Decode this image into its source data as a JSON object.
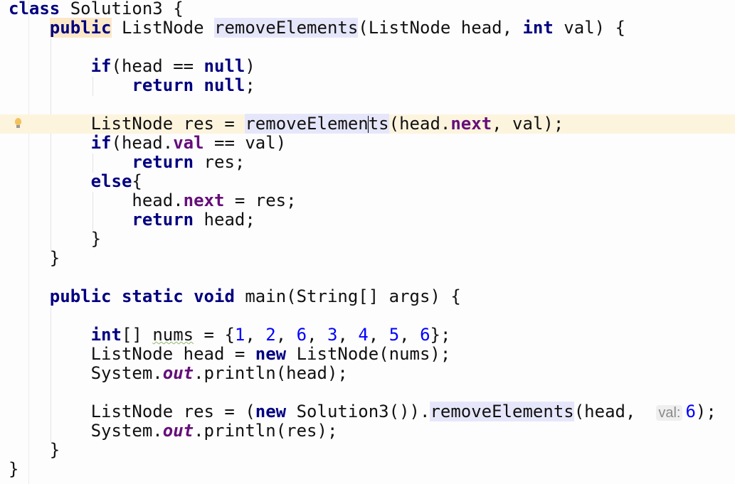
{
  "editor": {
    "current_line": 6,
    "lines": [
      {
        "tokens": [
          [
            "class",
            "kw"
          ],
          [
            " Solution3 {",
            ""
          ]
        ]
      },
      {
        "tokens": [
          [
            "    ",
            ""
          ],
          [
            "public",
            "hlk"
          ],
          [
            " ListNode ",
            ""
          ],
          [
            "removeElements",
            "hl"
          ],
          [
            "(ListNode head, ",
            ""
          ],
          [
            "int",
            "kw"
          ],
          [
            " val) {",
            ""
          ]
        ]
      },
      {
        "tokens": []
      },
      {
        "tokens": [
          [
            "        ",
            ""
          ],
          [
            "if",
            "kw"
          ],
          [
            "(head == ",
            ""
          ],
          [
            "null",
            "kw"
          ],
          [
            ")",
            ""
          ]
        ]
      },
      {
        "tokens": [
          [
            "            ",
            ""
          ],
          [
            "return",
            "kw"
          ],
          [
            " ",
            ""
          ],
          [
            "null",
            "kw"
          ],
          [
            ";",
            ""
          ]
        ]
      },
      {
        "tokens": []
      },
      {
        "tokens": [
          [
            "        ListNode res = ",
            ""
          ],
          [
            "removeElemen",
            "hl"
          ],
          [
            "",
            "caret"
          ],
          [
            "ts",
            "hl"
          ],
          [
            "(head.",
            ""
          ],
          [
            "next",
            "field"
          ],
          [
            ", val);",
            ""
          ]
        ]
      },
      {
        "tokens": [
          [
            "        ",
            ""
          ],
          [
            "if",
            "kw"
          ],
          [
            "(head.",
            ""
          ],
          [
            "val",
            "field"
          ],
          [
            " == val)",
            ""
          ]
        ]
      },
      {
        "tokens": [
          [
            "            ",
            ""
          ],
          [
            "return",
            "kw"
          ],
          [
            " res;",
            ""
          ]
        ]
      },
      {
        "tokens": [
          [
            "        ",
            ""
          ],
          [
            "else",
            "kw"
          ],
          [
            "{",
            ""
          ]
        ]
      },
      {
        "tokens": [
          [
            "            head.",
            ""
          ],
          [
            "next",
            "field"
          ],
          [
            " = res;",
            ""
          ]
        ]
      },
      {
        "tokens": [
          [
            "            ",
            ""
          ],
          [
            "return",
            "kw"
          ],
          [
            " head;",
            ""
          ]
        ]
      },
      {
        "tokens": [
          [
            "        }",
            ""
          ]
        ]
      },
      {
        "tokens": [
          [
            "    }",
            ""
          ]
        ]
      },
      {
        "tokens": []
      },
      {
        "tokens": [
          [
            "    ",
            ""
          ],
          [
            "public",
            "kw"
          ],
          [
            " ",
            ""
          ],
          [
            "static",
            "kw"
          ],
          [
            " ",
            ""
          ],
          [
            "void",
            "kw"
          ],
          [
            " main(String[] args) {",
            ""
          ]
        ]
      },
      {
        "tokens": []
      },
      {
        "tokens": [
          [
            "        ",
            ""
          ],
          [
            "int",
            "kw"
          ],
          [
            "[] ",
            ""
          ],
          [
            "nums",
            "ul"
          ],
          [
            " = {",
            ""
          ],
          [
            "1",
            "num"
          ],
          [
            ", ",
            ""
          ],
          [
            "2",
            "num"
          ],
          [
            ", ",
            ""
          ],
          [
            "6",
            "num"
          ],
          [
            ", ",
            ""
          ],
          [
            "3",
            "num"
          ],
          [
            ", ",
            ""
          ],
          [
            "4",
            "num"
          ],
          [
            ", ",
            ""
          ],
          [
            "5",
            "num"
          ],
          [
            ", ",
            ""
          ],
          [
            "6",
            "num"
          ],
          [
            "};",
            ""
          ]
        ]
      },
      {
        "tokens": [
          [
            "        ListNode head = ",
            ""
          ],
          [
            "new",
            "kw"
          ],
          [
            " ListNode(nums);",
            ""
          ]
        ]
      },
      {
        "tokens": [
          [
            "        System.",
            ""
          ],
          [
            "out",
            "sfield"
          ],
          [
            ".println(head);",
            ""
          ]
        ]
      },
      {
        "tokens": []
      },
      {
        "tokens": [
          [
            "        ListNode res = (",
            ""
          ],
          [
            "new",
            "kw"
          ],
          [
            " Solution3()).",
            ""
          ],
          [
            "removeElements",
            "hl"
          ],
          [
            "(head,  ",
            ""
          ],
          [
            "val:",
            "hint"
          ],
          [
            "6",
            "num"
          ],
          [
            ");",
            ""
          ]
        ]
      },
      {
        "tokens": [
          [
            "        System.",
            ""
          ],
          [
            "out",
            "sfield"
          ],
          [
            ".println(res);",
            ""
          ]
        ]
      },
      {
        "tokens": [
          [
            "    }",
            ""
          ]
        ]
      },
      {
        "tokens": [
          [
            "}",
            ""
          ]
        ]
      }
    ]
  },
  "icons": {
    "intention": "lightbulb-icon"
  }
}
